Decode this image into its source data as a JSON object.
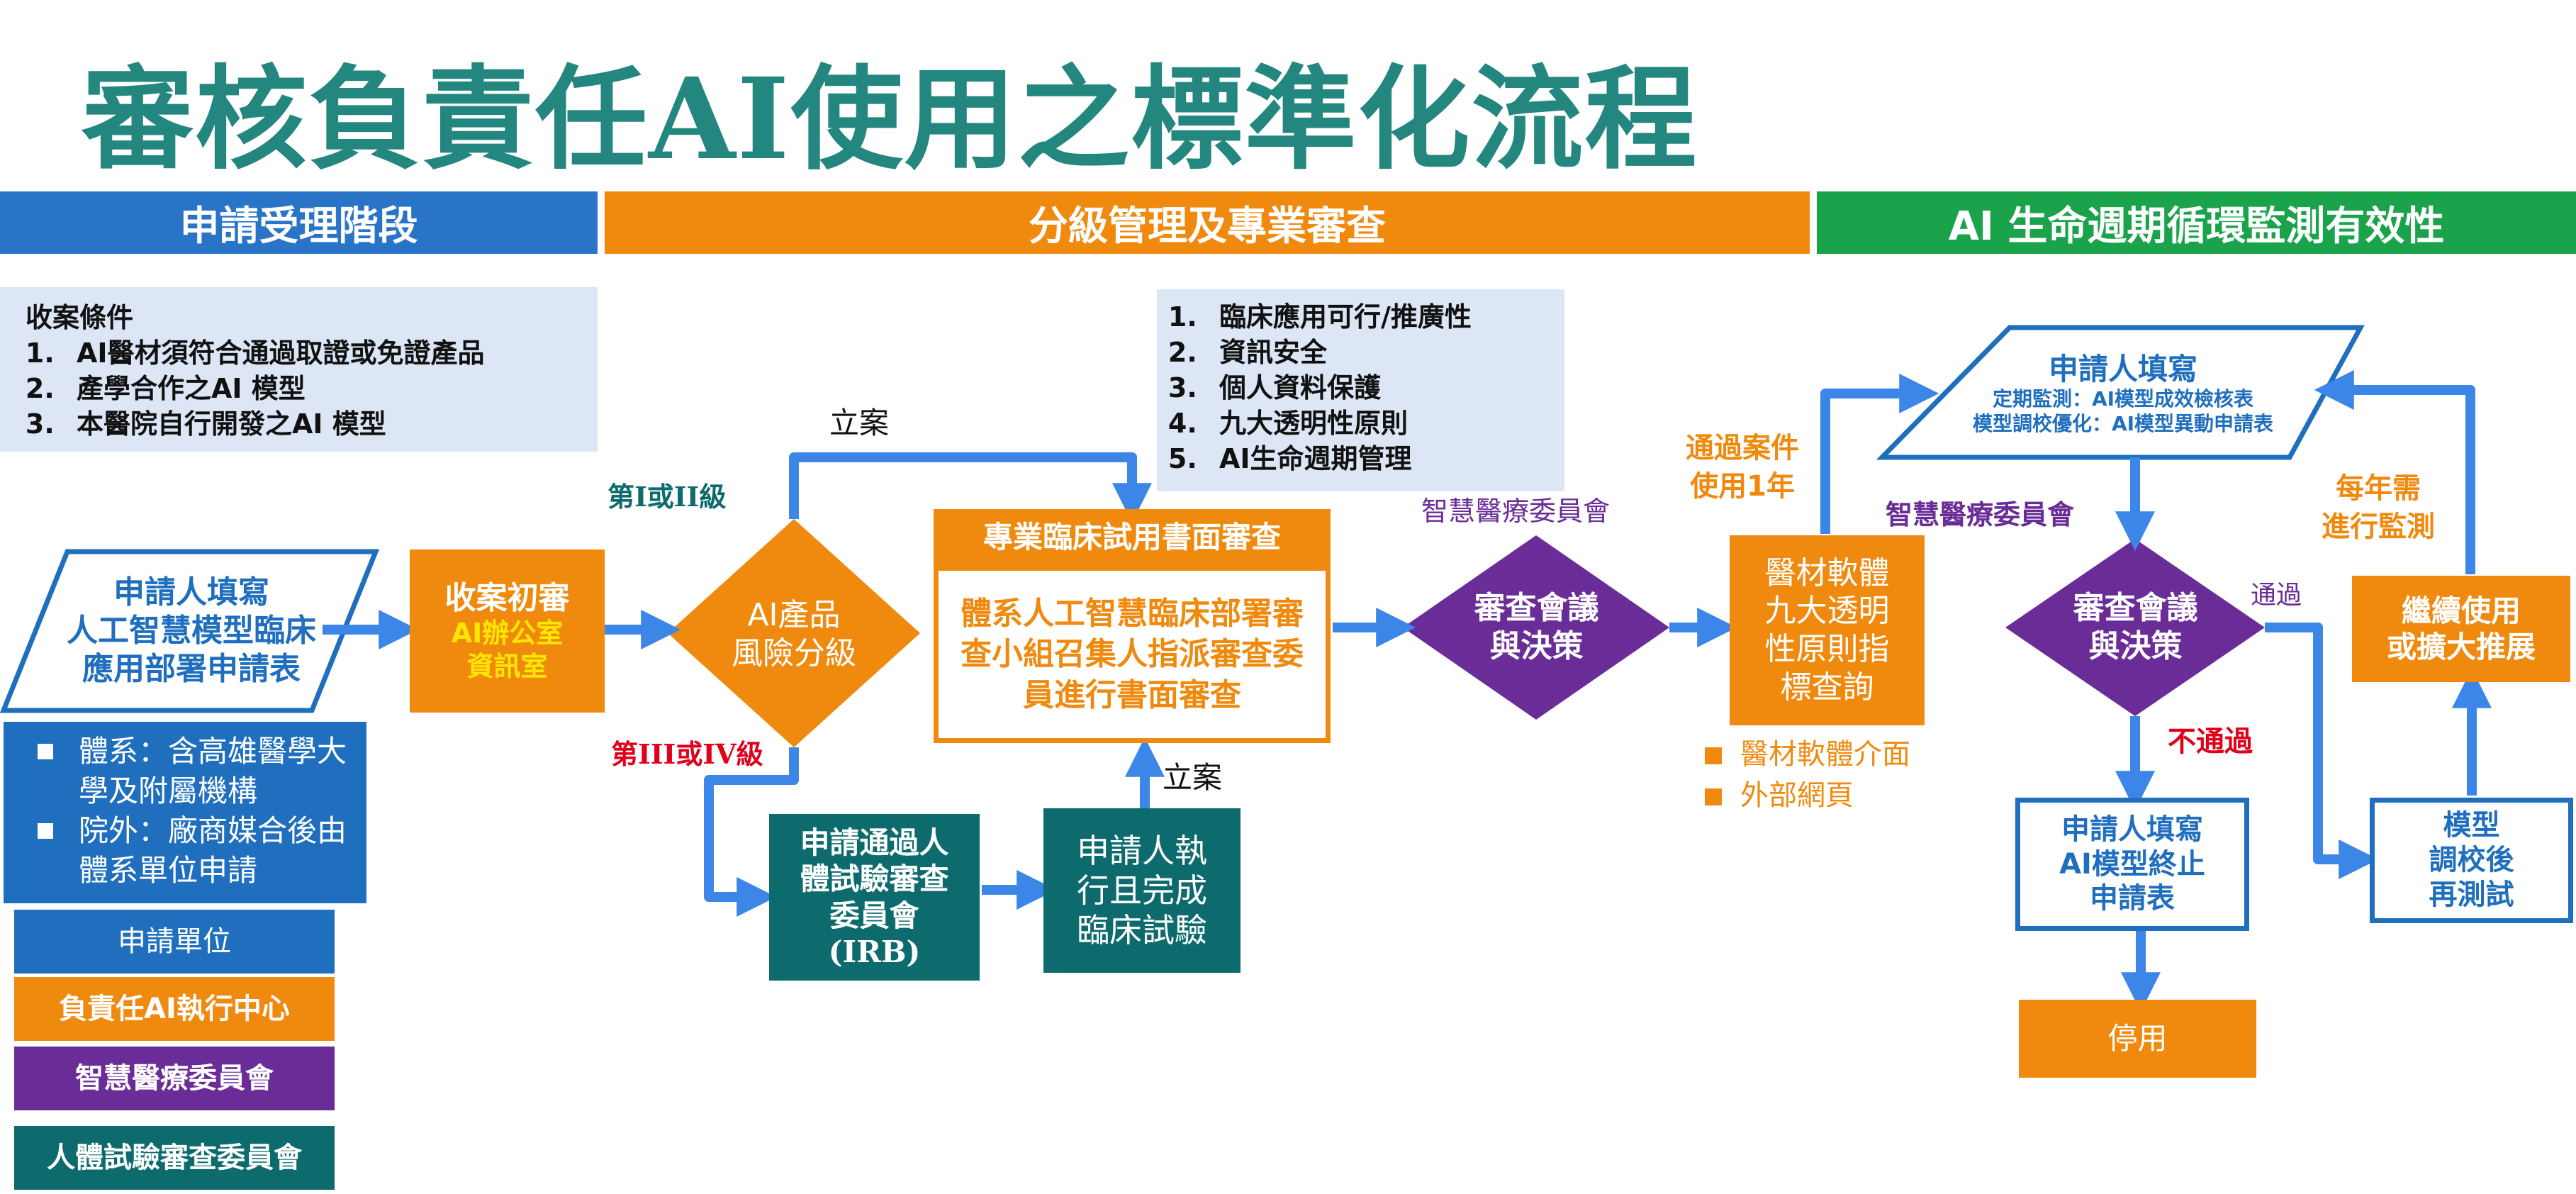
{
  "title": "審核負責任AI使用之標準化流程",
  "phases": {
    "p1": "申請受理階段",
    "p2": "分級管理及專業審查",
    "p3": "AI 生命週期循環監測有效性"
  },
  "colors": {
    "teal_title": "#23877f",
    "blue": "#1f6fbe",
    "orange": "#ef8a0f",
    "green": "#1aa34a",
    "purple": "#6a2d97",
    "teal": "#0d6b6e",
    "red": "#e0001a",
    "arrow": "#3b86e6",
    "note_bg": "#dce6f5"
  },
  "criteria": {
    "heading": "收案條件",
    "items": [
      "AI醫材須符合通過取證或免證產品",
      "產學合作之AI 模型",
      "本醫院自行開發之AI 模型"
    ]
  },
  "review_points": [
    "臨床應用可行/推廣性",
    "資訊安全",
    "個人資料保護",
    "九大透明性原則",
    "AI生命週期管理"
  ],
  "nodes": {
    "applicant_form": [
      "申請人填寫",
      "人工智慧模型臨床",
      "應用部署申請表"
    ],
    "intake_title": "收案初審",
    "intake_sub": [
      "AI辦公室",
      "資訊室"
    ],
    "risk": [
      "AI產品",
      "風險分級"
    ],
    "written_header": "專業臨床試用書面審查",
    "written_body": "體系人工智慧臨床部署審查小組召集人指派審查委員進行書面審查",
    "irb": [
      "申請通過人",
      "體試驗審查",
      "委員會",
      "(IRB)"
    ],
    "trial": [
      "申請人執",
      "行且完成",
      "臨床試驗"
    ],
    "meeting1": [
      "審查會議",
      "與決策"
    ],
    "query": [
      "醫材軟體",
      "九大透明",
      "性原則指",
      "標查詢"
    ],
    "monitor_title": "申請人填寫",
    "monitor_lines": [
      "定期監測：AI模型成效檢核表",
      "模型調校優化：AI模型異動申請表"
    ],
    "meeting2": [
      "審查會議",
      "與決策"
    ],
    "terminate": [
      "申請人填寫",
      "AI模型終止",
      "申請表"
    ],
    "stop": "停用",
    "continue": [
      "繼續使用",
      "或擴大推展"
    ],
    "retest": [
      "模型",
      "調校後",
      "再測試"
    ]
  },
  "labels": {
    "file_case_top": "立案",
    "file_case_bottom": "立案",
    "level12": "第I或II級",
    "level34": "第III或IV級",
    "committee1": "智慧醫療委員會",
    "committee2": "智慧醫療委員會",
    "approved_year": [
      "通過案件",
      "使用1年"
    ],
    "annual": [
      "每年需",
      "進行監測"
    ],
    "pass": "通過",
    "fail": "不通過"
  },
  "query_items": [
    "醫材軟體介面",
    "外部網頁"
  ],
  "applicant_notes": [
    "體系：含高雄醫學大學及附屬機構",
    "院外：廠商媒合後由體系單位申請"
  ],
  "legend": [
    "申請單位",
    "負責任AI執行中心",
    "智慧醫療委員會",
    "人體試驗審查委員會"
  ]
}
